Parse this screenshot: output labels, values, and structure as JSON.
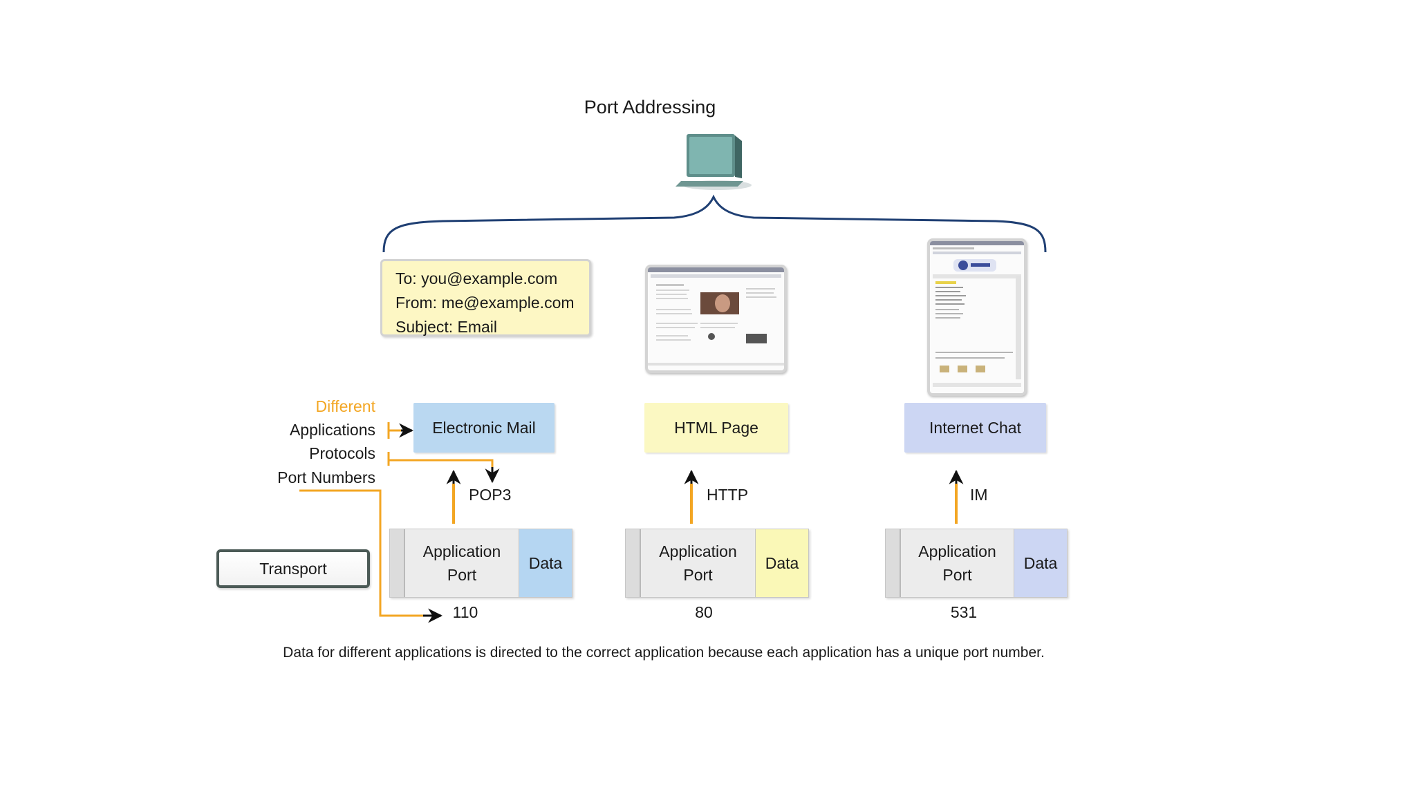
{
  "title": "Port Addressing",
  "email_message": {
    "to": "To: you@example.com",
    "from": "From: me@example.com",
    "subject": "Subject: Email"
  },
  "side_labels": {
    "different": "Different",
    "applications": "Applications",
    "protocols": "Protocols",
    "port_numbers": "Port Numbers"
  },
  "applications": [
    {
      "label": "Electronic Mail",
      "protocol": "POP3",
      "segment_app": "Application",
      "segment_port": "Port",
      "segment_data": "Data",
      "port_number": "110",
      "color": "#bad8f1"
    },
    {
      "label": "HTML Page",
      "protocol": "HTTP",
      "segment_app": "Application",
      "segment_port": "Port",
      "segment_data": "Data",
      "port_number": "80",
      "color": "#fbf8c2"
    },
    {
      "label": "Internet Chat",
      "protocol": "IM",
      "segment_app": "Application",
      "segment_port": "Port",
      "segment_data": "Data",
      "port_number": "531",
      "color": "#ccd6f3"
    }
  ],
  "transport": "Transport",
  "caption": "Data for different applications is directed to the correct application because each application has a unique port number.",
  "colors": {
    "arrow_orange": "#f3a623",
    "brace_blue": "#1f3f73",
    "different_label": "#f3a623"
  },
  "icons": [
    "computer-icon",
    "web-page-thumbnail",
    "chat-window-thumbnail"
  ]
}
